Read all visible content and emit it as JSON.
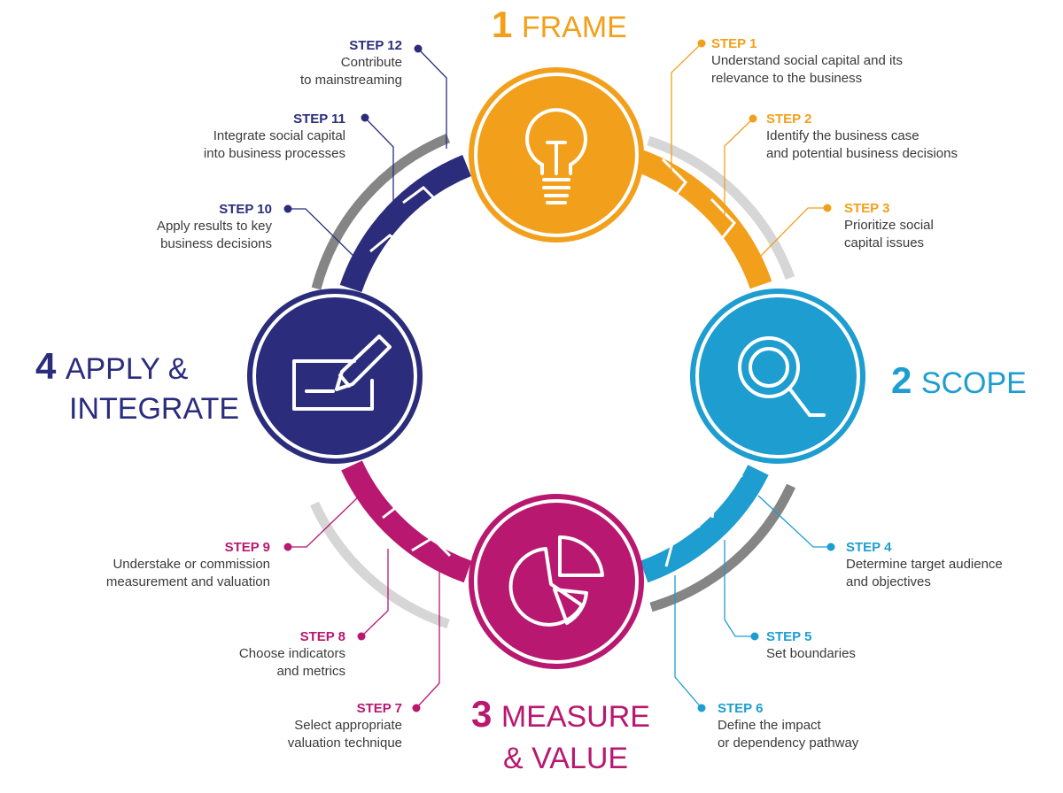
{
  "colors": {
    "frame": "#f2a01b",
    "scope": "#1d9dd0",
    "measure": "#b8186f",
    "apply": "#2b2d7c",
    "gray_dark": "#858585",
    "gray_light": "#d6d6d6"
  },
  "phases": {
    "frame": {
      "num": "1",
      "name": "FRAME",
      "icon": "lightbulb-icon"
    },
    "scope": {
      "num": "2",
      "name": "SCOPE",
      "icon": "magnifier-icon"
    },
    "measure": {
      "num": "3",
      "name_line1": "MEASURE",
      "name_line2": "& VALUE",
      "icon": "pie-chart-icon"
    },
    "apply": {
      "num": "4",
      "name_line1": "APPLY &",
      "name_line2": "INTEGRATE",
      "icon": "edit-pencil-icon"
    }
  },
  "steps": [
    {
      "label": "STEP 1",
      "text": "Understand social capital and its\nrelevance to the business"
    },
    {
      "label": "STEP 2",
      "text": "Identify the business case\nand potential business decisions"
    },
    {
      "label": "STEP 3",
      "text": "Prioritize social\ncapital issues"
    },
    {
      "label": "STEP 4",
      "text": "Determine target audience\nand objectives"
    },
    {
      "label": "STEP 5",
      "text": "Set boundaries"
    },
    {
      "label": "STEP 6",
      "text": "Define the impact\nor dependency pathway"
    },
    {
      "label": "STEP 7",
      "text": "Select appropriate\nvaluation technique"
    },
    {
      "label": "STEP 8",
      "text": "Choose indicators\nand metrics"
    },
    {
      "label": "STEP 9",
      "text": "Understake or commission\nmeasurement and valuation"
    },
    {
      "label": "STEP 10",
      "text": "Apply results to key\nbusiness decisions"
    },
    {
      "label": "STEP 11",
      "text": "Integrate social capital\ninto business processes"
    },
    {
      "label": "STEP 12",
      "text": "Contribute\nto mainstreaming"
    }
  ]
}
